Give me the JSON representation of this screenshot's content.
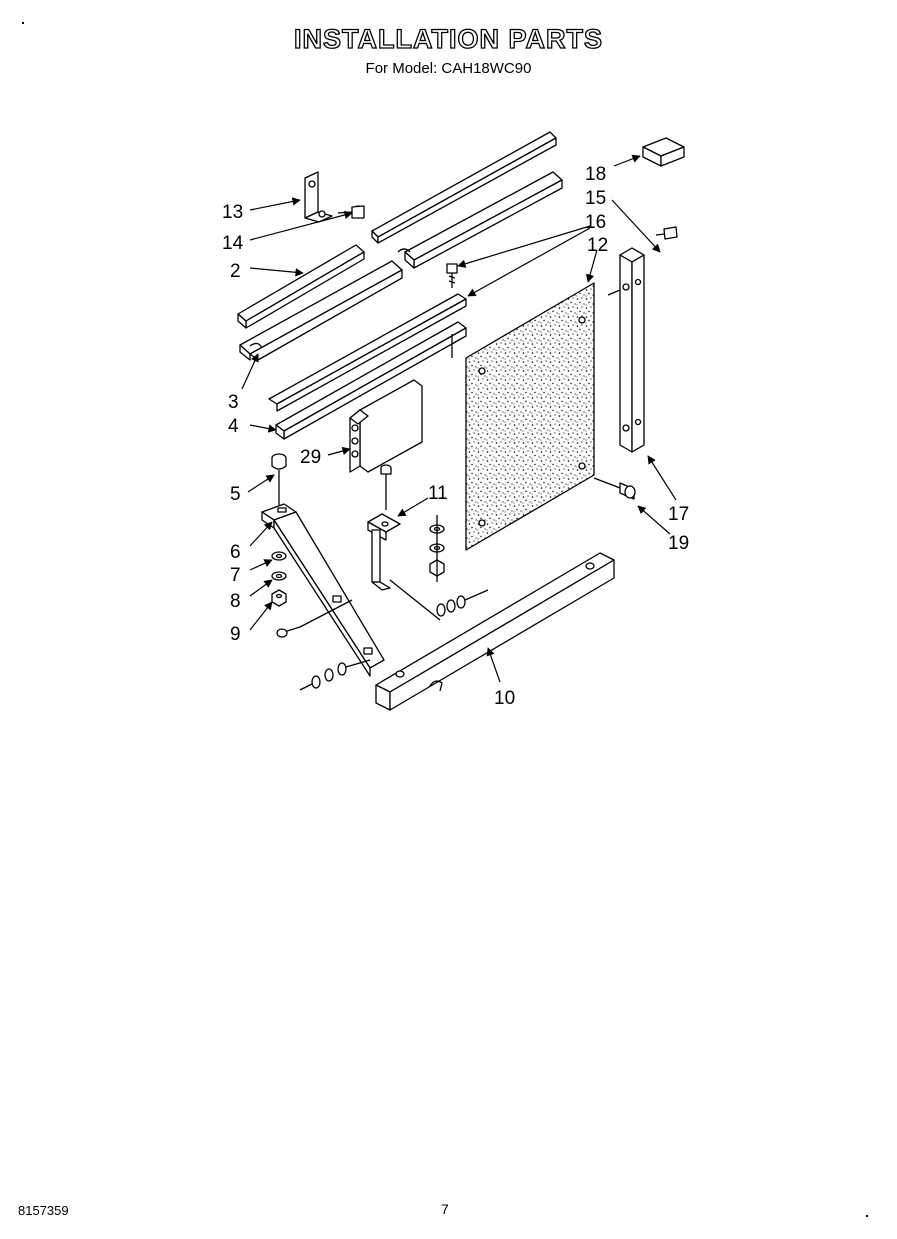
{
  "header": {
    "title": "INSTALLATION PARTS",
    "subtitle": "For Model: CAH18WC90"
  },
  "callouts": [
    {
      "id": "c18",
      "label": "18"
    },
    {
      "id": "c15",
      "label": "15"
    },
    {
      "id": "c16",
      "label": "16"
    },
    {
      "id": "c12",
      "label": "12"
    },
    {
      "id": "c13",
      "label": "13"
    },
    {
      "id": "c14",
      "label": "14"
    },
    {
      "id": "c2",
      "label": "2"
    },
    {
      "id": "c3",
      "label": "3"
    },
    {
      "id": "c4",
      "label": "4"
    },
    {
      "id": "c29",
      "label": "29"
    },
    {
      "id": "c5",
      "label": "5"
    },
    {
      "id": "c11",
      "label": "11"
    },
    {
      "id": "c6",
      "label": "6"
    },
    {
      "id": "c7",
      "label": "7"
    },
    {
      "id": "c8",
      "label": "8"
    },
    {
      "id": "c9",
      "label": "9"
    },
    {
      "id": "c17",
      "label": "17"
    },
    {
      "id": "c19",
      "label": "19"
    },
    {
      "id": "c10",
      "label": "10"
    }
  ],
  "footer": {
    "doc_code": "8157359",
    "page_number": "7"
  }
}
